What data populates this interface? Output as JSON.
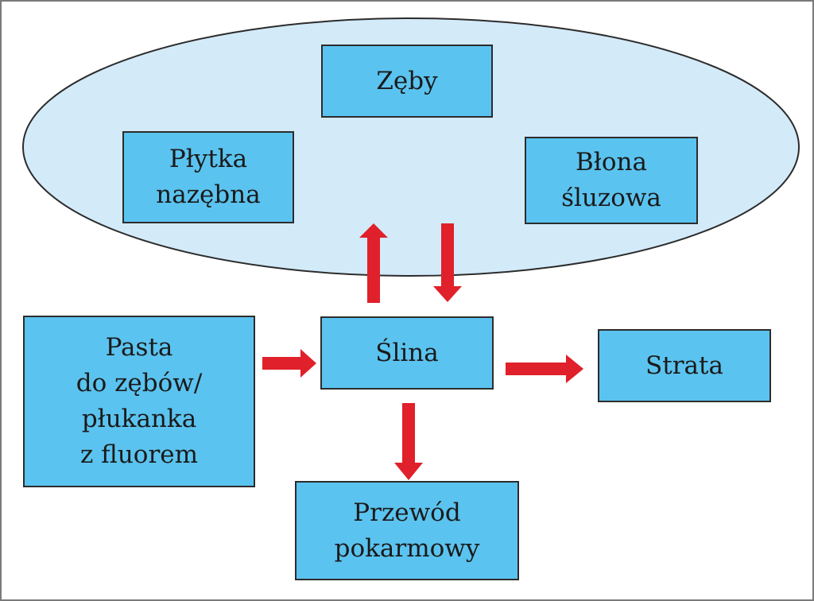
{
  "colors": {
    "box_fill": "#5bc3ef",
    "ellipse_fill": "#d3eaf9",
    "arrow": "#e0202a",
    "outline": "#2c2c2c"
  },
  "boxes": {
    "teeth": "Zęby",
    "plaque": "Płytka\nnazębna",
    "mucosa": "Błona\nśluzowa",
    "saliva": "Ślina",
    "toothpaste": "Pasta\ndo zębów/\npłukanka\nz fluorem",
    "loss": "Strata",
    "digestive_tract": "Przewód\npokarmowy"
  },
  "connections": [
    {
      "from": "saliva",
      "to": "oral-surfaces"
    },
    {
      "from": "oral-surfaces",
      "to": "saliva"
    },
    {
      "from": "toothpaste",
      "to": "saliva"
    },
    {
      "from": "saliva",
      "to": "loss"
    },
    {
      "from": "saliva",
      "to": "digestive_tract"
    }
  ]
}
